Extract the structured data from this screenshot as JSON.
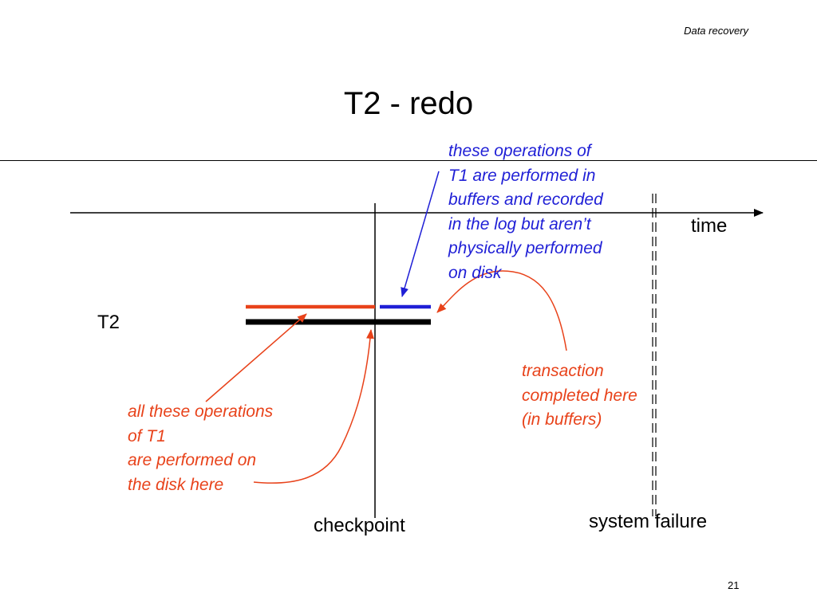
{
  "header": {
    "note": "Data recovery"
  },
  "title": "T2 - redo",
  "diagram": {
    "transaction_label": "T2",
    "time_label": "time",
    "checkpoint_label": "checkpoint",
    "failure_label": "system failure",
    "note_blue": [
      "these operations of",
      "T1 are performed in",
      "buffers and recorded",
      "in the log but aren’t",
      "physically performed",
      "on disk"
    ],
    "note_completed": [
      "transaction",
      "completed here",
      "(in buffers)"
    ],
    "note_disk": [
      "all these operations",
      "of T1",
      "are performed on",
      "the disk here"
    ]
  },
  "colors": {
    "blue": "#1f1fd6",
    "red": "#e8421a",
    "black": "#000000"
  },
  "footer": {
    "page": "21"
  }
}
